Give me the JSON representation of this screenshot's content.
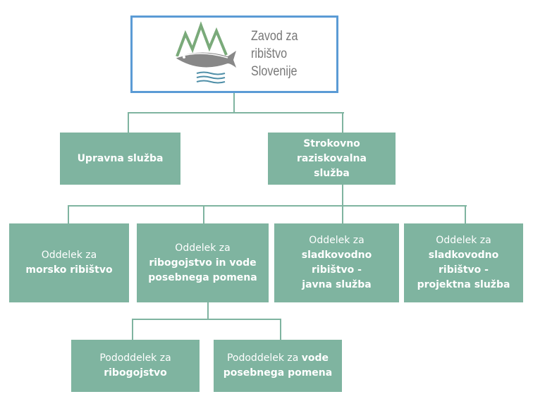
{
  "logo": {
    "lines": [
      "Zavod za",
      "ribištvo",
      "Slovenije"
    ]
  },
  "level1": [
    {
      "normal": "",
      "bold": "Upravna služba"
    },
    {
      "normal": "",
      "bold": "Strokovno raziskovalna služba"
    }
  ],
  "level2": [
    {
      "normal": "Oddelek za",
      "bold": "morsko ribištvo"
    },
    {
      "normal": "Oddelek za",
      "bold": "ribogojstvo in vode posebnega pomena"
    },
    {
      "normal": "Oddelek za",
      "bold": "sladkovodno ribištvo - javna služba"
    },
    {
      "normal": "Oddelek za",
      "bold": "sladkovodno ribištvo - projektna služba"
    }
  ],
  "level3": [
    {
      "normal": "Pododdelek za",
      "bold": "ribogojstvo"
    },
    {
      "normal": "Pododdelek za",
      "bold": "vode posebnega pomena"
    }
  ],
  "colors": {
    "box": "#7fb4a0",
    "logo_border": "#5b9bd5"
  }
}
